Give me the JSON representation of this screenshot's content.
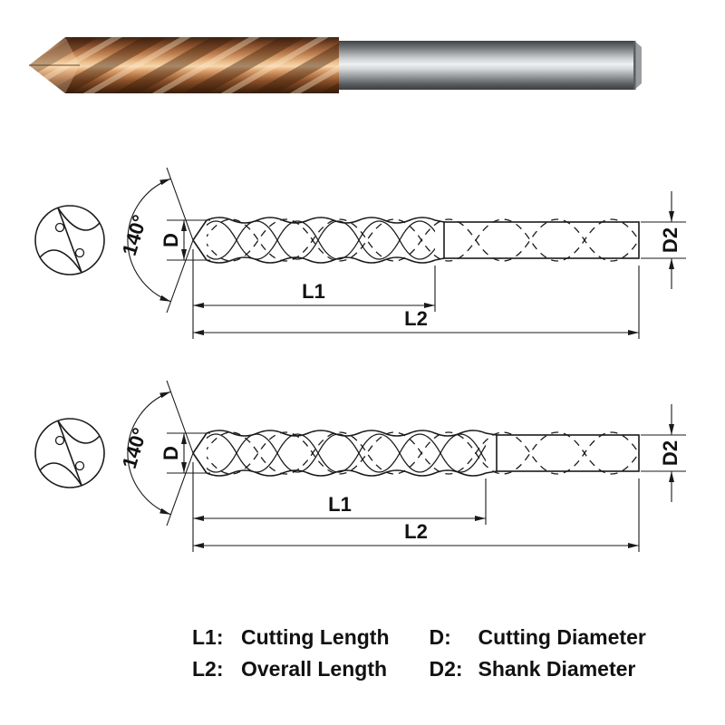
{
  "product": {
    "type": "carbide twist drill with coolant holes",
    "views": [
      "photo",
      "dimension drawing short flute",
      "dimension drawing long flute"
    ]
  },
  "labels": {
    "point_angle": "140°",
    "cutting_diameter": "D",
    "shank_diameter": "D2",
    "cutting_length": "L1",
    "overall_length": "L2"
  },
  "legend": {
    "items": [
      {
        "key": "L1:",
        "value": "Cutting Length"
      },
      {
        "key": "L2:",
        "value": "Overall Length"
      },
      {
        "key": "D:",
        "value": "Cutting Diameter"
      },
      {
        "key": "D2:",
        "value": "Shank Diameter"
      }
    ]
  },
  "colors": {
    "line": "#1a1a1a",
    "text": "#111111",
    "flute_copper": "#b5734a",
    "shank_steel": "#c8cbcd",
    "background": "#ffffff"
  }
}
